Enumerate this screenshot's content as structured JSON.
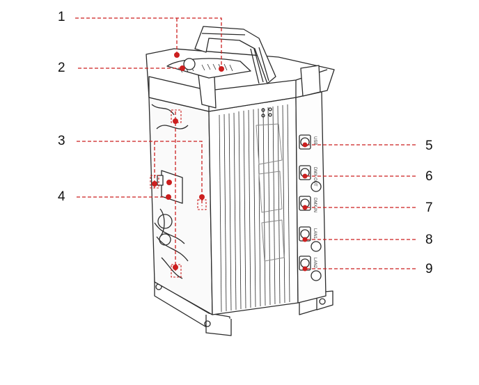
{
  "diagram": {
    "colors": {
      "callout": "#cc1f1f",
      "outline": "#2a2a2a",
      "fill": "#ffffff",
      "shade": "#e4e4e4"
    },
    "callouts": [
      {
        "id": "1",
        "label": "1"
      },
      {
        "id": "2",
        "label": "2"
      },
      {
        "id": "3",
        "label": "3"
      },
      {
        "id": "4",
        "label": "4"
      },
      {
        "id": "5",
        "label": "5"
      },
      {
        "id": "6",
        "label": "6"
      },
      {
        "id": "7",
        "label": "7"
      },
      {
        "id": "8",
        "label": "8"
      },
      {
        "id": "9",
        "label": "9"
      }
    ],
    "ports": [
      {
        "label": "USB"
      },
      {
        "label": "DMX OUT"
      },
      {
        "label": "DMX IN"
      },
      {
        "label": "LAN1"
      },
      {
        "label": "LAN2"
      }
    ]
  }
}
